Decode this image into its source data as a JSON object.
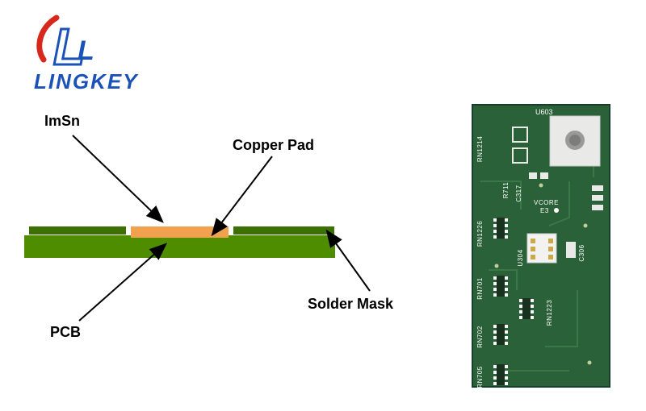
{
  "logo": {
    "brand": "LINGKEY",
    "colors": {
      "blue": "#1a52b8",
      "red": "#d6281c"
    }
  },
  "diagram": {
    "labels": {
      "imsn": "ImSn",
      "copper_pad": "Copper Pad",
      "solder_mask": "Solder Mask",
      "pcb": "PCB"
    },
    "colors": {
      "pcb_body": "#4e8c00",
      "solder_mask": "#3c7000",
      "copper_pad": "#f2a14e"
    }
  },
  "pcb_photo": {
    "board_color": "#2a6138",
    "components": [
      {
        "label": "U603"
      },
      {
        "label": "RN1214"
      },
      {
        "label": "R711"
      },
      {
        "label": "C317"
      },
      {
        "label": "VCORE"
      },
      {
        "label": "E3"
      },
      {
        "label": "RN1226"
      },
      {
        "label": "U304"
      },
      {
        "label": "C306"
      },
      {
        "label": "RN701"
      },
      {
        "label": "RN702"
      },
      {
        "label": "RN1223"
      },
      {
        "label": "RN705"
      }
    ]
  }
}
